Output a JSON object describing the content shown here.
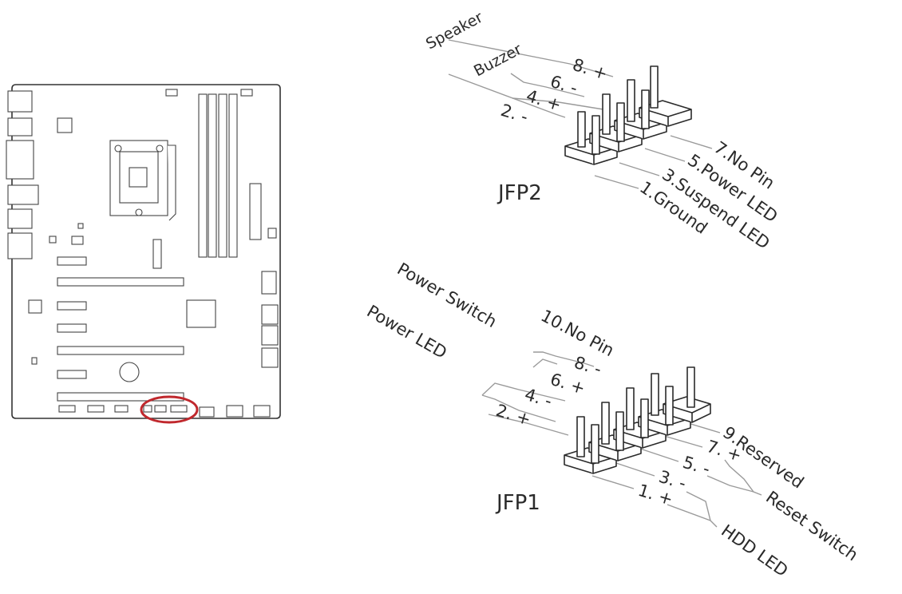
{
  "colors": {
    "highlight": "#c0282d",
    "line": "#9a9a9a",
    "ink": "#2a2a2a"
  },
  "jfp2": {
    "title": "JFP2",
    "group_labels": {
      "speaker": "Speaker",
      "buzzer": "Buzzer"
    },
    "top_pins": [
      "8. +",
      "6. -",
      "4. +",
      "2. -"
    ],
    "bottom_pins": [
      "7.No Pin",
      "5.Power LED",
      "3.Suspend LED",
      "1.Ground"
    ]
  },
  "jfp1": {
    "title": "JFP1",
    "group_labels": {
      "power_switch": "Power Switch",
      "power_led": "Power LED",
      "reset_switch": "Reset Switch",
      "hdd_led": "HDD LED"
    },
    "top_pins": [
      "10.No Pin",
      "8. -",
      "6. +",
      "4. -",
      "2. +"
    ],
    "bottom_pins": [
      "9.Reserved",
      "7. +",
      "5. -",
      "3. -",
      "1. +"
    ]
  }
}
